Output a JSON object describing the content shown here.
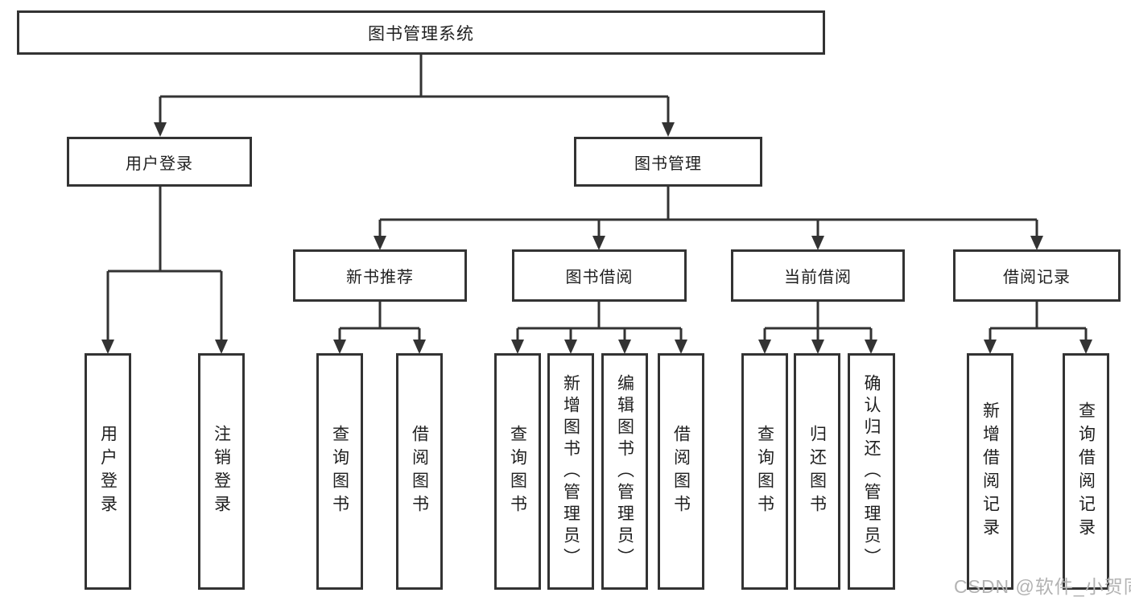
{
  "tree": {
    "label": "图书管理系统",
    "children": [
      {
        "label": "用户登录",
        "children": [
          {
            "label": "用户登录"
          },
          {
            "label": "注销登录"
          }
        ]
      },
      {
        "label": "图书管理",
        "children": [
          {
            "label": "新书推荐",
            "children": [
              {
                "label": "查询图书"
              },
              {
                "label": "借阅图书"
              }
            ]
          },
          {
            "label": "图书借阅",
            "children": [
              {
                "label": "查询图书"
              },
              {
                "label": "新增图书（管理员）"
              },
              {
                "label": "编辑图书（管理员）"
              },
              {
                "label": "借阅图书"
              }
            ]
          },
          {
            "label": "当前借阅",
            "children": [
              {
                "label": "查询图书"
              },
              {
                "label": "归还图书"
              },
              {
                "label": "确认归还（管理员）"
              }
            ]
          },
          {
            "label": "借阅记录",
            "children": [
              {
                "label": "新增借阅记录"
              },
              {
                "label": "查询借阅记录"
              }
            ]
          }
        ]
      }
    ]
  },
  "watermark": {
    "text": "CSDN @软件_小贺同学",
    "color": "#b3b3b3"
  },
  "colors": {
    "line": "#333333",
    "box_border": "#333333",
    "text": "#1f1f1f",
    "background": "#ffffff"
  }
}
